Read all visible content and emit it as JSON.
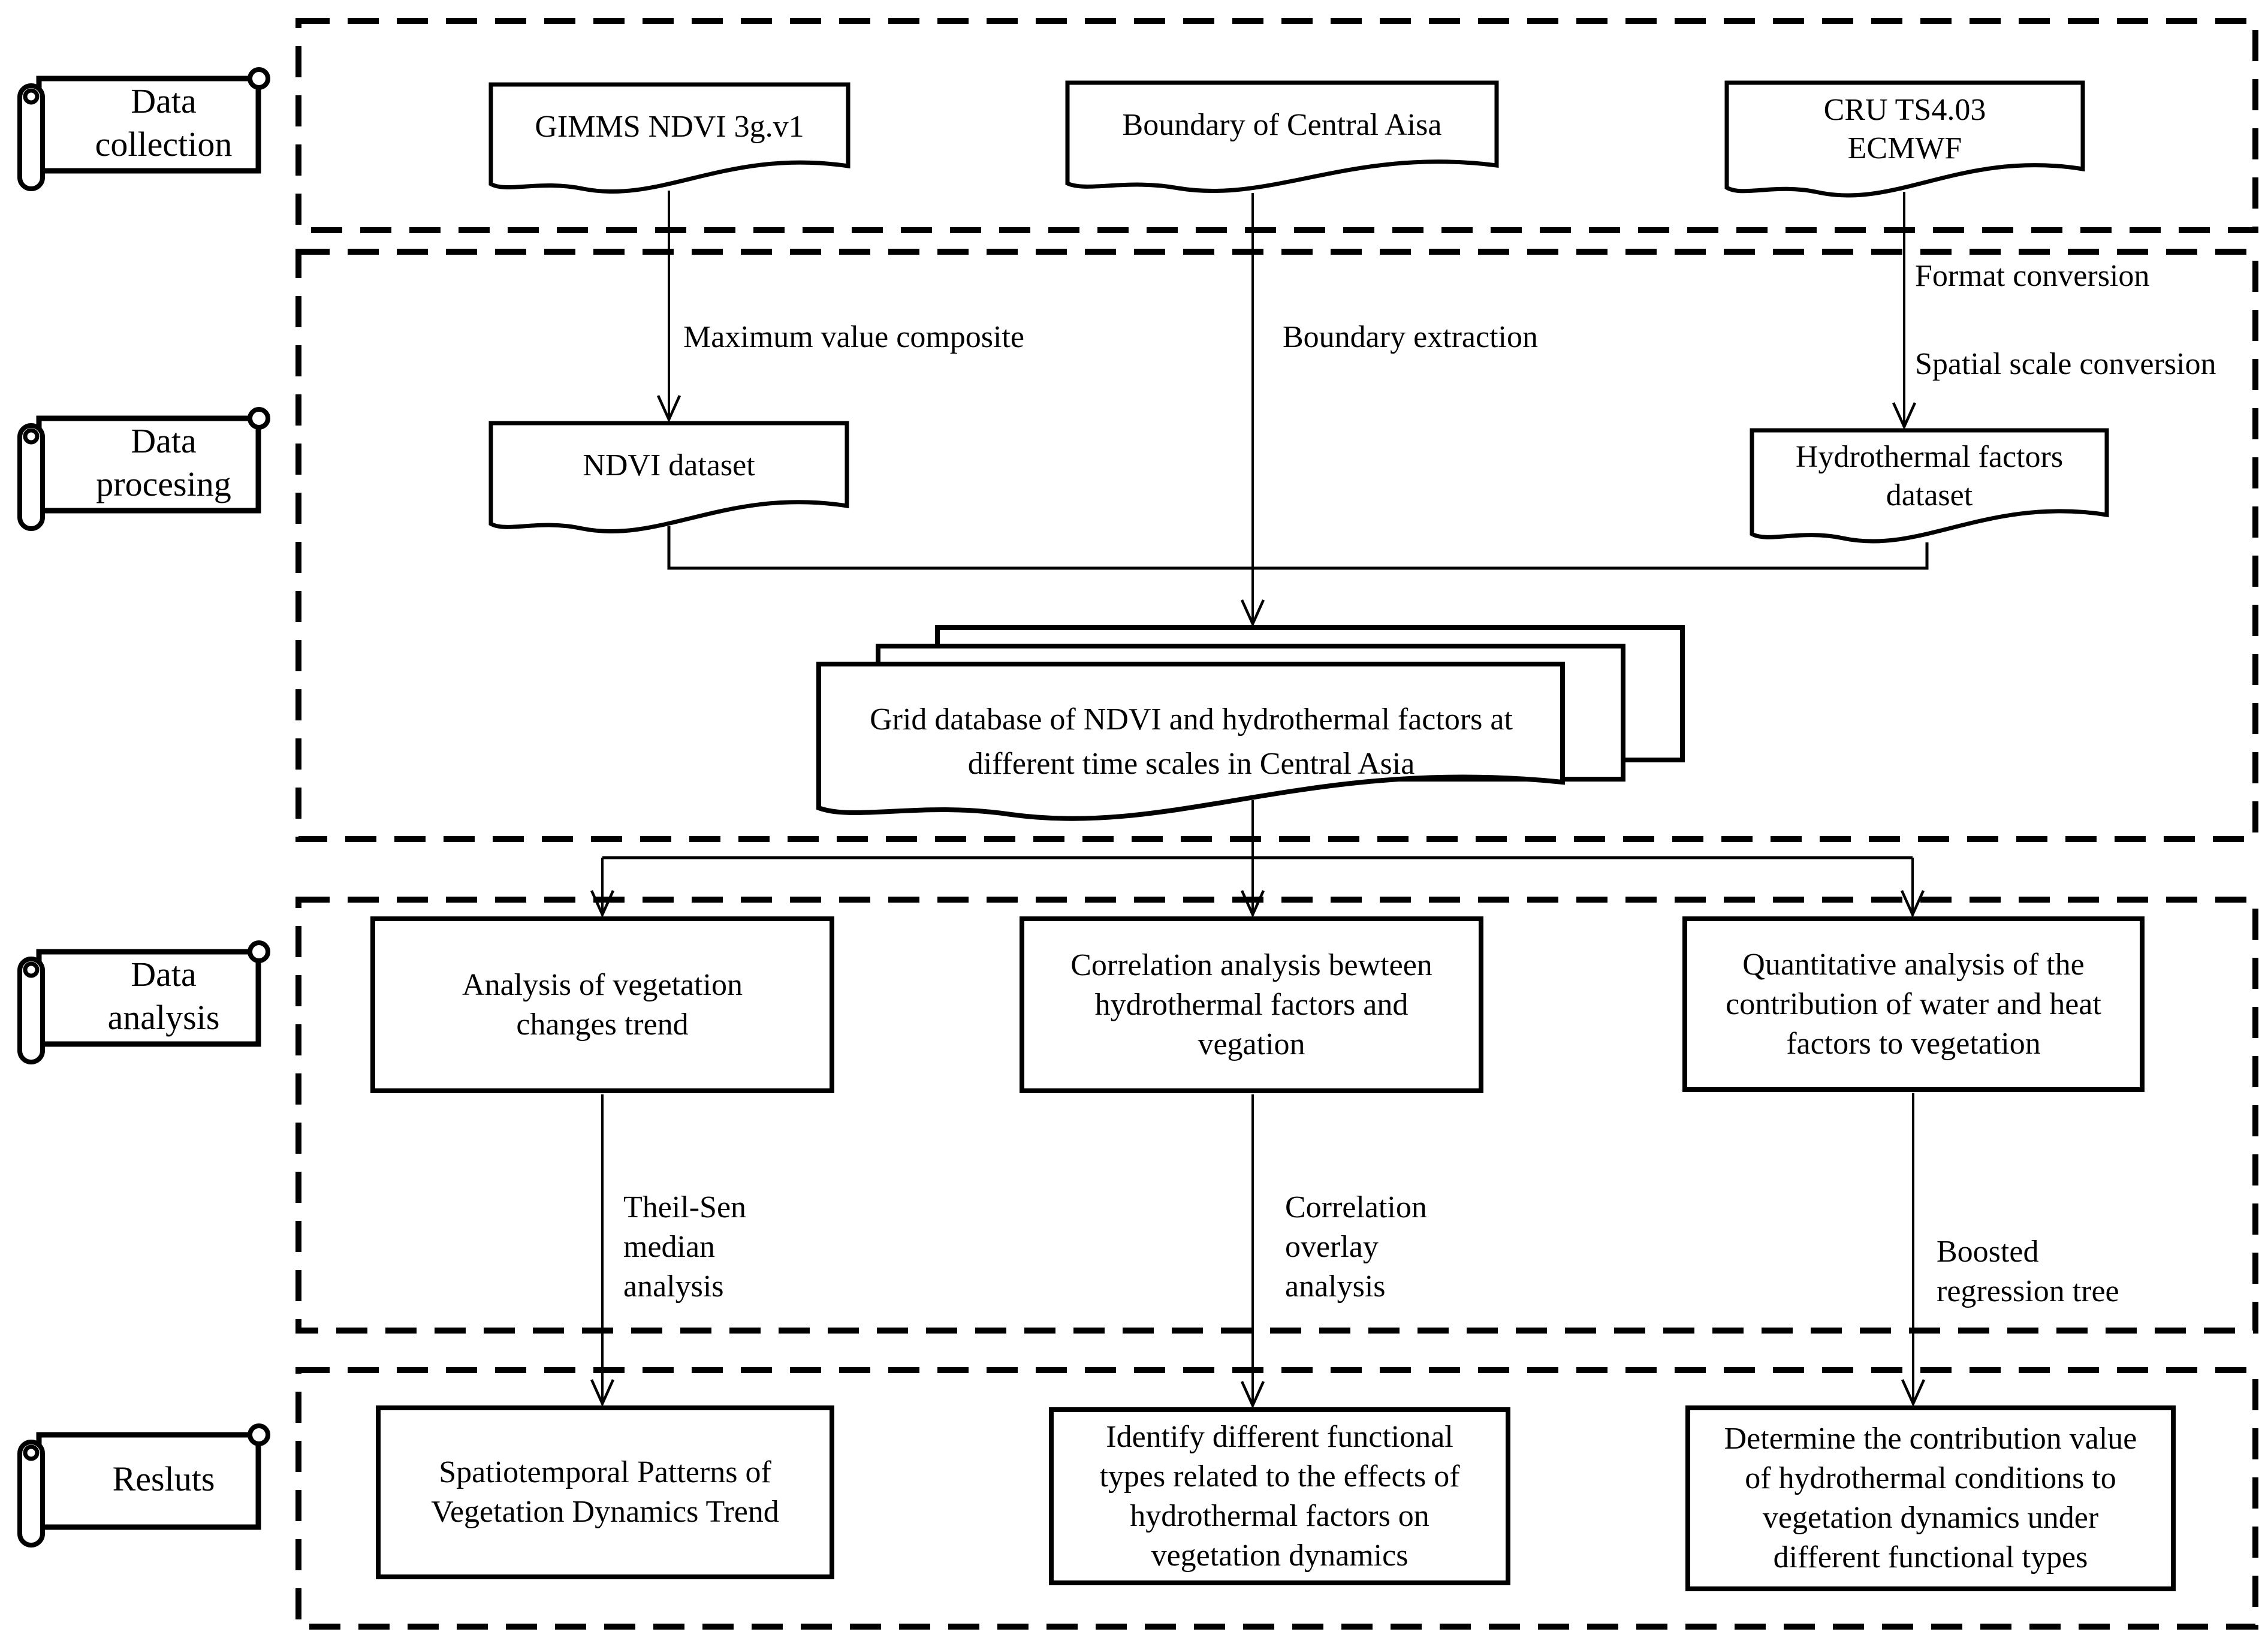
{
  "stages": {
    "collection": {
      "label": "Data\ncollection"
    },
    "processing": {
      "label": "Data\nprocesing"
    },
    "analysis": {
      "label": "Data\nanalysis"
    },
    "results": {
      "label": "Resluts"
    }
  },
  "nodes": {
    "gimms": "GIMMS NDVI 3g.v1",
    "boundary": "Boundary of Central Aisa",
    "cru": "CRU TS4.03\nECMWF",
    "ndvi_dataset": "NDVI dataset",
    "hydro_dataset": "Hydrothermal factors\ndataset",
    "grid_db": "Grid database of NDVI and hydrothermal factors at\ndifferent time scales in Central Asia",
    "analysis_trend": "Analysis of vegetation\nchanges trend",
    "analysis_correlation": "Correlation analysis bewteen\nhydrothermal factors and\nvegation",
    "analysis_quantitative": "Quantitative analysis of the\ncontribution of water and heat\nfactors to vegetation",
    "result_spatiotemporal": "Spatiotemporal Patterns of\nVegetation Dynamics Trend",
    "result_identify": "Identify different functional\ntypes related to the effects of\nhydrothermal factors on\nvegetation dynamics",
    "result_determine": "Determine the contribution value\nof hydrothermal conditions to\nvegetation dynamics under\ndifferent functional types"
  },
  "edge_labels": {
    "max_value_composite": "Maximum value composite",
    "boundary_extraction": "Boundary extraction",
    "format_conversion": "Format conversion",
    "spatial_scale_conversion": "Spatial scale conversion",
    "theil_sen": "Theil-Sen\nmedian\nanalysis",
    "correlation_overlay": "Correlation\noverlay\nanalysis",
    "boosted_regression": "Boosted\nregression tree"
  },
  "colors": {
    "line": "#000000",
    "background": "#ffffff",
    "text": "#000000"
  }
}
